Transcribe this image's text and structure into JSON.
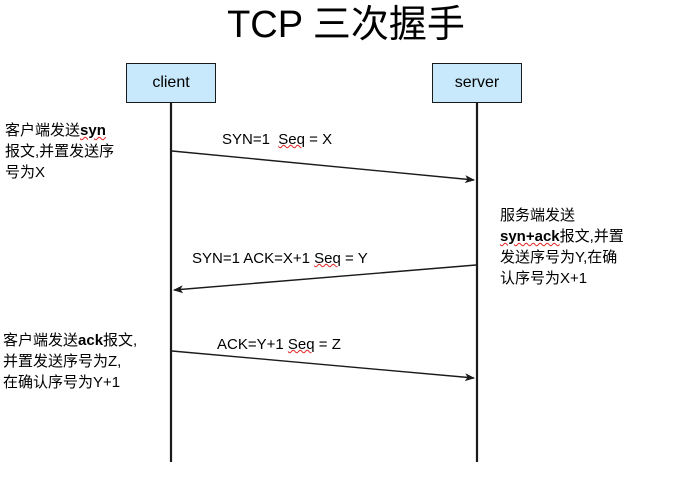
{
  "title": "TCP 三次握手",
  "nodes": {
    "client": "client",
    "server": "server",
    "box_fill": "#c8e9fb",
    "box_border": "#1a1a1a"
  },
  "messages": [
    {
      "id": "msg1",
      "label": "SYN=1  Seq = X",
      "label_plain": "SYN=1",
      "label_misspelled": "Seq",
      "label_tail": "= X",
      "direction": "client-to-server"
    },
    {
      "id": "msg2",
      "label": "SYN=1  ACK=X+1 Seq = Y",
      "label_plain": "SYN=1  ACK=X+1",
      "label_misspelled": "Seq",
      "label_tail": "= Y",
      "direction": "server-to-client"
    },
    {
      "id": "msg3",
      "label": "ACK=Y+1 Seq = Z",
      "label_plain": "ACK=Y+1",
      "label_misspelled": "Seq",
      "label_tail": "= Z",
      "direction": "client-to-server"
    }
  ],
  "notes": {
    "client_syn": {
      "lines": [
        "客户端发送syn",
        "报文,并置发送序",
        "号为X"
      ],
      "line1_prefix": "客户端发送",
      "line1_misspelled": "syn",
      "line2": "报文,并置发送序",
      "line3": "号为X"
    },
    "server_synack": {
      "lines": [
        "服务端发送",
        "syn+ack报文,并置",
        "发送序号为Y,在确",
        "认序号为X+1"
      ],
      "line1": "服务端发送",
      "line2_misspelled": "syn+ack",
      "line2_rest": "报文,并置",
      "line3": "发送序号为Y,在确",
      "line4": "认序号为X+1"
    },
    "client_ack": {
      "lines": [
        "客户端发送ack报文,",
        "并置发送序号为Z,",
        "在确认序号为Y+1"
      ],
      "line1_prefix": "客户端发送",
      "line1_misspelled": "ack",
      "line1_rest": "报文,",
      "line2": "并置发送序号为Z,",
      "line3": "在确认序号为Y+1"
    }
  },
  "colors": {
    "background": "#ffffff",
    "line": "#1a1a1a",
    "spellcheck_underline": "#e02020",
    "text": "#000000"
  }
}
